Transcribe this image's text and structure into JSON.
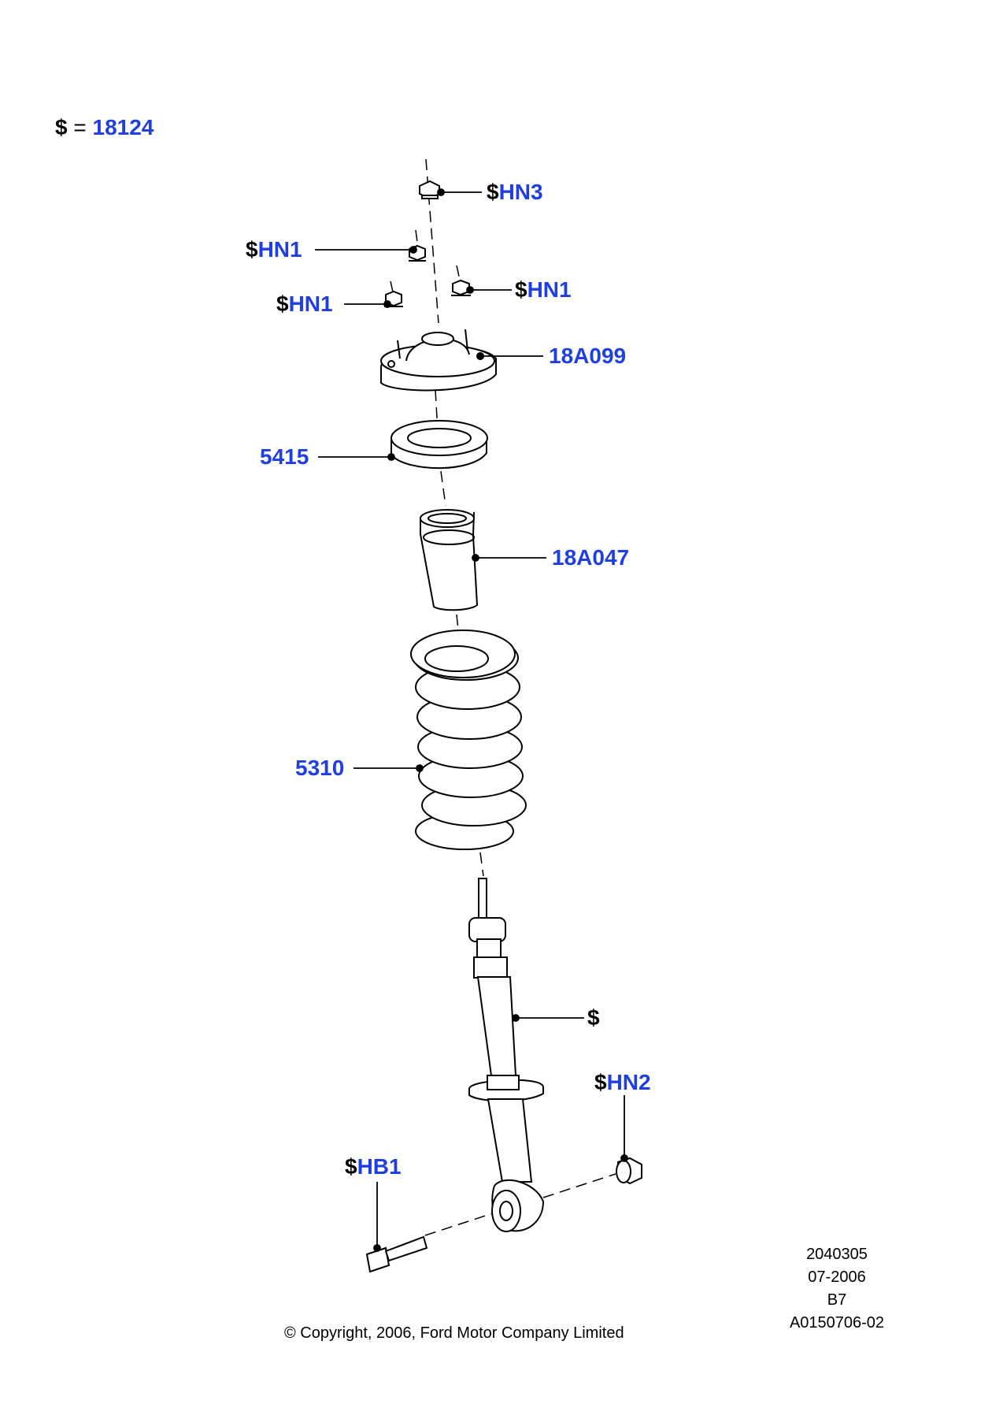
{
  "legend": {
    "symbol": "$",
    "equals": "=",
    "value": "18124"
  },
  "callouts": [
    {
      "id": "hn3",
      "prefix": "$",
      "code": "HN3"
    },
    {
      "id": "hn1a",
      "prefix": "$",
      "code": "HN1"
    },
    {
      "id": "hn1b",
      "prefix": "$",
      "code": "HN1"
    },
    {
      "id": "hn1c",
      "prefix": "$",
      "code": "HN1"
    },
    {
      "id": "p18a099",
      "prefix": "",
      "code": "18A099"
    },
    {
      "id": "p5415",
      "prefix": "",
      "code": "5415"
    },
    {
      "id": "p18a047",
      "prefix": "",
      "code": "18A047"
    },
    {
      "id": "p5310",
      "prefix": "",
      "code": "5310"
    },
    {
      "id": "shock",
      "prefix": "$",
      "code": ""
    },
    {
      "id": "hn2",
      "prefix": "$",
      "code": "HN2"
    },
    {
      "id": "hb1",
      "prefix": "$",
      "code": "HB1"
    }
  ],
  "info": {
    "line1": "2040305",
    "line2": "07-2006",
    "line3": "B7",
    "line4": "A0150706-02"
  },
  "copyright": "© Copyright, 2006, Ford Motor Company Limited"
}
